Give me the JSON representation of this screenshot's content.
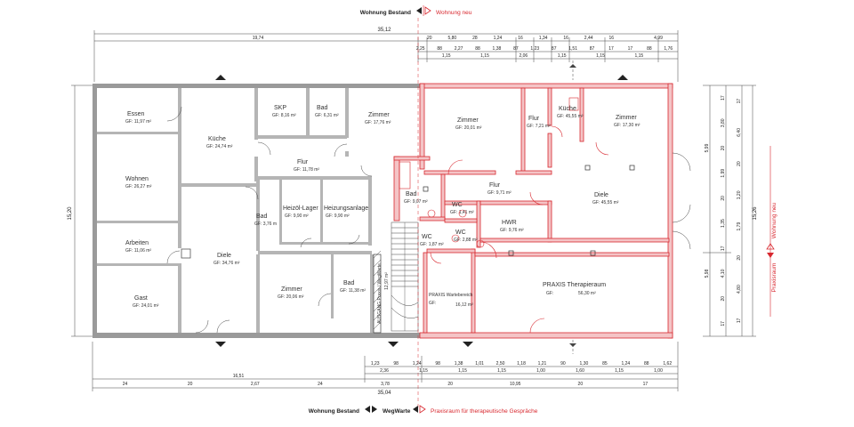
{
  "legend": {
    "top_left": "Wohnung Bestand",
    "top_right": "Wohnung neu",
    "bottom_left": "Wohnung Bestand",
    "bottom_mid": "WegWarte",
    "bottom_right": "Praxisraum für therapeutische Gespräche",
    "side_upper": "Wohnung neu",
    "side_lower": "Praxisraum"
  },
  "dimensions": {
    "top_total": "35,12",
    "top_left_segment": "19,74",
    "top_right_segment": "4,99",
    "top_row": [
      "20",
      "5,80",
      "28",
      "1,24",
      "16",
      "1,34",
      "16",
      "2,44",
      "16"
    ],
    "top_row2": [
      "2,25",
      "88",
      "2,27",
      "88",
      "1,38",
      "87",
      "1,23",
      "87",
      "1,51",
      "87",
      "17",
      "17",
      "88",
      "1,76"
    ],
    "top_row3": [
      "1,15",
      "1,15",
      "2,06",
      "1,15",
      "1,15",
      "1,15"
    ],
    "bottom_total": "35,04",
    "bottom_left_segment": "16,51",
    "bottom_row": [
      "1,23",
      "98",
      "1,24",
      "98",
      "1,38",
      "1,01",
      "2,50",
      "1,18",
      "1,21",
      "90",
      "1,30",
      "85",
      "1,24",
      "88",
      "1,62"
    ],
    "bottom_row2": [
      "2,36",
      "1,15",
      "1,15",
      "1,15",
      "1,00",
      "1,60",
      "1,15",
      "1,00"
    ],
    "bottom_row3": [
      "24",
      "20",
      "2,67",
      "24",
      "3,78",
      "20",
      "10,95",
      "20",
      "17"
    ],
    "left_height": "15,20",
    "right_height": "15,26",
    "right_col1": [
      "5,99",
      "5,98"
    ],
    "right_col2": [
      "17",
      "3,80",
      "20",
      "1,99",
      "20",
      "1,35",
      "17",
      "4,10",
      "20",
      "17"
    ],
    "right_col3": [
      "17",
      "6,40",
      "20",
      "1,20",
      "1,79",
      "20",
      "4,80",
      "17"
    ]
  },
  "rooms": {
    "essen": {
      "name": "Essen",
      "gf": "GF: 11,97 m²"
    },
    "wohnen": {
      "name": "Wohnen",
      "gf": "GF: 26,27 m²"
    },
    "arbeiten": {
      "name": "Arbeiten",
      "gf": "GF: 11,06 m²"
    },
    "gast": {
      "name": "Gast",
      "gf": "GF: 24,01 m²"
    },
    "kueche_left": {
      "name": "Küche",
      "gf": "GF: 24,74 m²"
    },
    "skp": {
      "name": "SKP",
      "gf": "GF: 8,16 m²"
    },
    "bad_top": {
      "name": "Bad",
      "gf": "GF: 6,31 m²"
    },
    "zimmer_top": {
      "name": "Zimmer",
      "gf": "GF: 17,76 m²"
    },
    "flur_left": {
      "name": "Flur",
      "gf": "GF: 11,78 m²"
    },
    "heizoel": {
      "name": "Heizöl-Lager",
      "gf": "GF: 9,90 m²"
    },
    "heizung": {
      "name": "Heizungsanlage",
      "gf": "GF: 9,90 m²"
    },
    "bad_small": {
      "name": "Bad",
      "gf": "GF: 3,76 m"
    },
    "diele_left": {
      "name": "Diele",
      "gf": "GF: 34,76 m²"
    },
    "zimmer_bottom": {
      "name": "Zimmer",
      "gf": "GF: 20,06 m²"
    },
    "bad_bottom": {
      "name": "Bad",
      "gf": "GF: 11,38 m²"
    },
    "zimmer_new1": {
      "name": "Zimmer",
      "gf": "GF: 20,01 m²"
    },
    "flur_new_top": {
      "name": "Flur",
      "gf": "GF: 7,21 m²"
    },
    "kueche_new": {
      "name": "Küche",
      "gf": "GF: 45,55 m²"
    },
    "zimmer_new2": {
      "name": "Zimmer",
      "gf": "GF: 17,30 m²"
    },
    "bad_new": {
      "name": "Bad",
      "gf": "GF: 9,07 m²"
    },
    "wc1": {
      "name": "WC",
      "gf": "GF: 1,41 m²"
    },
    "flur_new": {
      "name": "Flur",
      "gf": "GF: 9,71 m²"
    },
    "diele_new": {
      "name": "Diele",
      "gf": "GF: 45,55 m²"
    },
    "wc2": {
      "name": "WC",
      "gf": "GF: 1,87 m²"
    },
    "wc3": {
      "name": "WC",
      "gf": "GF: 2,88 m²"
    },
    "hwr": {
      "name": "HWR",
      "gf": "GF: 9,76 m²"
    },
    "praxis": {
      "name": "PRAXIS Therapieraum",
      "gf": "GF:",
      "gf_value": "56,30 m²"
    },
    "wartebereich": {
      "name": "PRAXIS Wartebereich",
      "gf": "GF:",
      "gf_value": "16,12 m²"
    },
    "treppe": {
      "name": "AUSGANG Praxis / WegWarte",
      "gf": "12,97 m²"
    }
  },
  "colors": {
    "new_wall_red": "#d8282f",
    "existing_wall_grey": "#9a9a9a"
  }
}
